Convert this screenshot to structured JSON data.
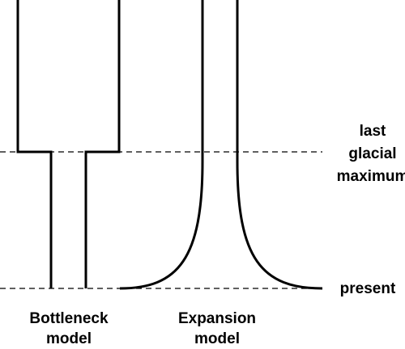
{
  "labels": {
    "lgm_line1": "last",
    "lgm_line2": "glacial",
    "lgm_line3": "maximum",
    "present": "present",
    "bottleneck_line1": "Bottleneck",
    "bottleneck_line2": "model",
    "expansion_line1": "Expansion",
    "expansion_line2": "model"
  },
  "colors": {
    "line": "#000000",
    "background": "#ffffff"
  }
}
